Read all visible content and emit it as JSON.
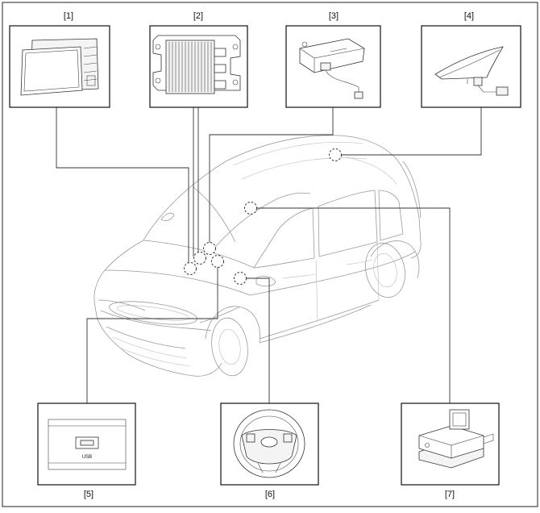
{
  "components": [
    {
      "id": 1,
      "label": "[1]",
      "icon": "head-unit-display-icon"
    },
    {
      "id": 2,
      "label": "[2]",
      "icon": "amplifier-icon"
    },
    {
      "id": 3,
      "label": "[3]",
      "icon": "antenna-module-icon"
    },
    {
      "id": 4,
      "label": "[4]",
      "icon": "shark-fin-antenna-icon"
    },
    {
      "id": 5,
      "label": "[5]",
      "icon": "usb-port-icon"
    },
    {
      "id": 6,
      "label": "[6]",
      "icon": "steering-wheel-icon"
    },
    {
      "id": 7,
      "label": "[7]",
      "icon": "connector-module-icon"
    }
  ],
  "usb_text": "USB",
  "colors": {
    "line": "#333333",
    "car_outline": "#9a9a9a",
    "frame": "#222222"
  }
}
